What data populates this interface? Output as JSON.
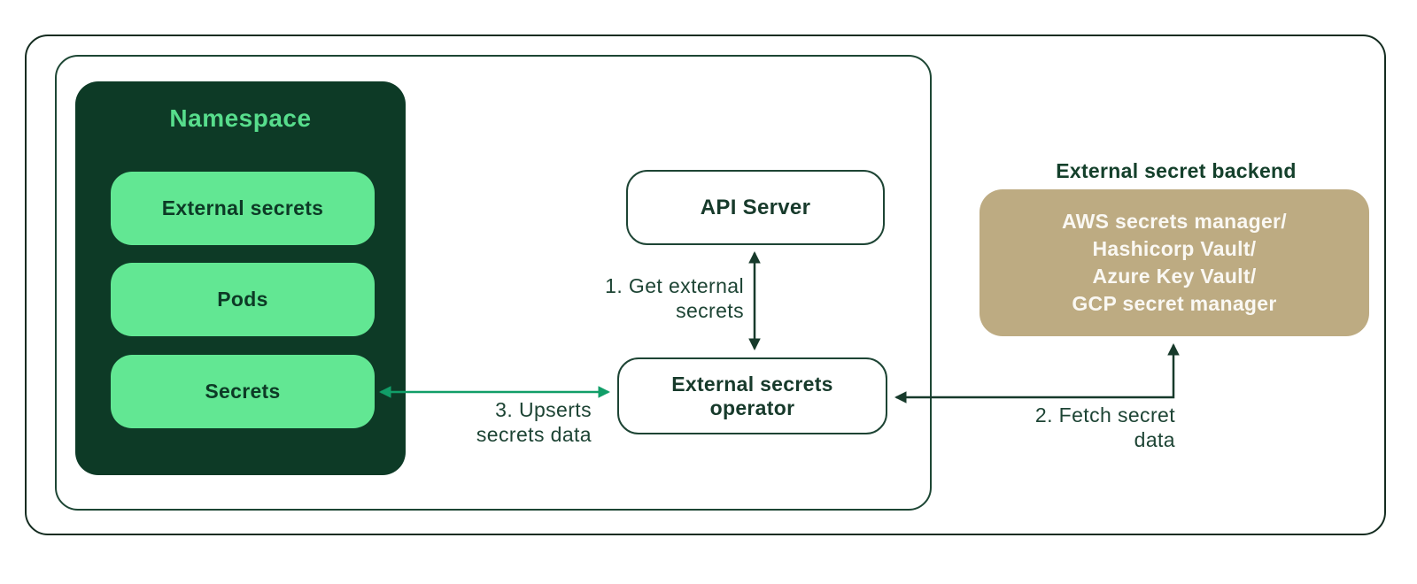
{
  "diagram": {
    "namespace": {
      "title": "Namespace",
      "items": [
        "External secrets",
        "Pods",
        "Secrets"
      ]
    },
    "api_server": {
      "label": "API Server"
    },
    "operator": {
      "line1": "External secrets",
      "line2": "operator"
    },
    "backend": {
      "title": "External secret backend",
      "lines": [
        "AWS secrets manager/",
        "Hashicorp Vault/",
        "Azure Key Vault/",
        "GCP secret manager"
      ]
    },
    "annotations": {
      "step1": {
        "line1": "1. Get external",
        "line2": "secrets"
      },
      "step2": {
        "line1": "2. Fetch secret",
        "line2": "data"
      },
      "step3": {
        "line1": "3. Upserts",
        "line2": "secrets data"
      }
    },
    "colors": {
      "namespace_fill": "#0d3a26",
      "namespace_title": "#57dd8c",
      "item_fill": "#62e793",
      "node_border": "#1d4434",
      "backend_fill": "#bdab82",
      "dark_arrow": "#173a2b",
      "green_arrow": "#119e68",
      "text_dark": "#173a2b"
    }
  }
}
